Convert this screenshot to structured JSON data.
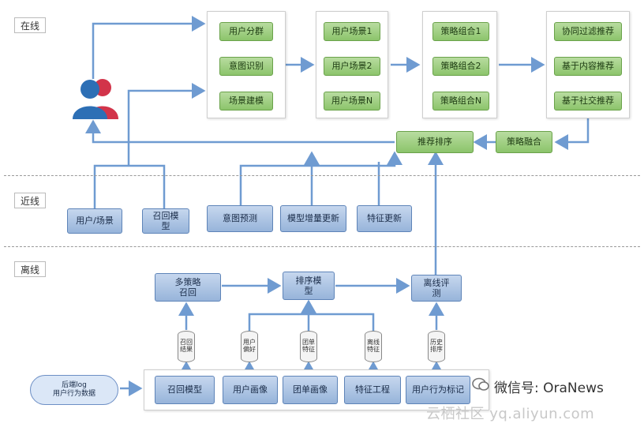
{
  "sections": {
    "online": "在线",
    "nearline": "近线",
    "offline": "离线"
  },
  "online": {
    "group1": [
      "用户分群",
      "意图识别",
      "场景建模"
    ],
    "group2": [
      "用户场景1",
      "用户场景2",
      "用户场景N"
    ],
    "group3": [
      "策略组合1",
      "策略组合2",
      "策略组合N"
    ],
    "group4": [
      "协同过滤推荐",
      "基于内容推荐",
      "基于社交推荐"
    ],
    "rank": "推荐排序",
    "fusion": "策略融合"
  },
  "nearline": {
    "user_scene": "用户/场景",
    "recall_model": "召回模\n型",
    "intent_predict": "意图预测",
    "model_update": "模型增量更新",
    "feature_update": "特征更新"
  },
  "offline": {
    "multi_recall": "多策略\n召回",
    "rank_model": "排序模\n型",
    "eval": "离线评\n测",
    "cylinders": [
      "召回\n结果",
      "用户\n偏好",
      "团单\n特征",
      "离线\n特征",
      "历史\n排序"
    ],
    "cloud": "后端log\n用户行为数据",
    "bottom": [
      "召回模型",
      "用户画像",
      "团单画像",
      "特征工程",
      "用户行为标记"
    ]
  },
  "watermarks": {
    "wechat": "微信号: OraNews",
    "site": "云栖社区 yq.aliyun.com"
  },
  "colors": {
    "arrow": "#6f9bd1",
    "green": "#8cc46b",
    "blue": "#97b4da"
  }
}
